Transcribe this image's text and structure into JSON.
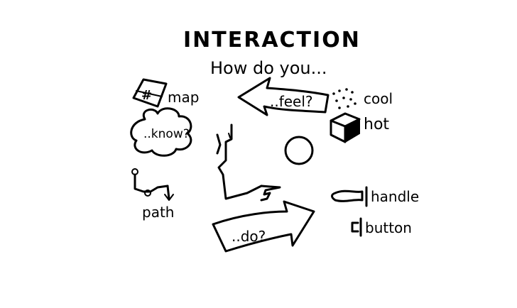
{
  "title": "INTERACTION",
  "subtitle": "How do you...",
  "arrows": {
    "top_label": "..feel?",
    "bottom_label": "..do?"
  },
  "left_items": {
    "map_label": "map",
    "map_symbol": "#",
    "know_label": "..know?",
    "path_label": "path"
  },
  "right_items": {
    "cool_label": "cool",
    "hot_label": "hot",
    "handle_label": "handle",
    "button_label": "button"
  },
  "colors": {
    "ink": "#000000",
    "paper": "#ffffff"
  }
}
